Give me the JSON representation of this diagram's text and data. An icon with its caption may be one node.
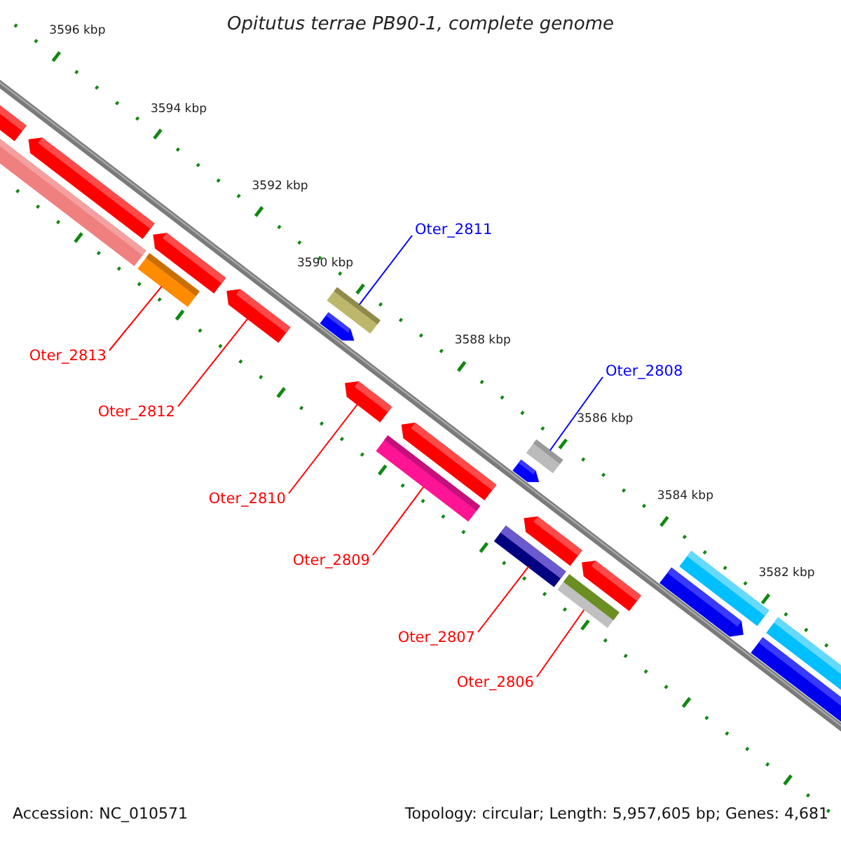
{
  "diagram": {
    "title": "Opitutus terrae PB90-1, complete genome",
    "nodes": [
      {
        "text": [
          "Oter_2811"
        ]
      },
      {
        "text": [
          "Oter_2813"
        ]
      },
      {
        "text": [
          "Oter_2808"
        ]
      },
      {
        "text": [
          "Oter_2812"
        ]
      },
      {
        "text": [
          "Oter_2810"
        ]
      },
      {
        "text": [
          "Oter_2809"
        ]
      },
      {
        "text": [
          "Oter_2807"
        ]
      },
      {
        "text": [
          "Oter_2806"
        ]
      },
      {
        "text": [],
        "shape": "bar"
      },
      {
        "text": [],
        "shape": "bar"
      },
      {
        "text": [],
        "shape": "bar"
      },
      {
        "text": [],
        "shape": "bar"
      },
      {
        "text": [],
        "shape": "bar"
      },
      {
        "text": [],
        "shape": "bar"
      },
      {
        "text": [],
        "shape": "bar"
      },
      {
        "text": [],
        "shape": "bar"
      }
    ],
    "edges": [
      {
        "from": 0,
        "to": 8,
        "arrow": "none",
        "color": "#0000ff"
      },
      {
        "from": 1,
        "to": 9,
        "arrow": "none"
      },
      {
        "from": 2,
        "to": 10,
        "arrow": "none",
        "color": "#0000ff"
      },
      {
        "from": 3,
        "to": 11,
        "arrow": "none"
      },
      {
        "from": 4,
        "to": 12,
        "arrow": "none"
      },
      {
        "from": 5,
        "to": 13,
        "arrow": "none"
      },
      {
        "from": 6,
        "to": 14,
        "arrow": "none"
      },
      {
        "from": 7,
        "to": 15,
        "arrow": "none"
      }
    ],
    "labels": [
      "3596 kbp",
      "3594 kbp",
      "3592 kbp",
      "3590 kbp",
      "3588 kbp",
      "3586 kbp",
      "3584 kbp",
      "3582 kbp",
      "Accession: NC_010571",
      "Topology: circular; Length: 5,957,605 bp; Genes: 4,681"
    ]
  }
}
